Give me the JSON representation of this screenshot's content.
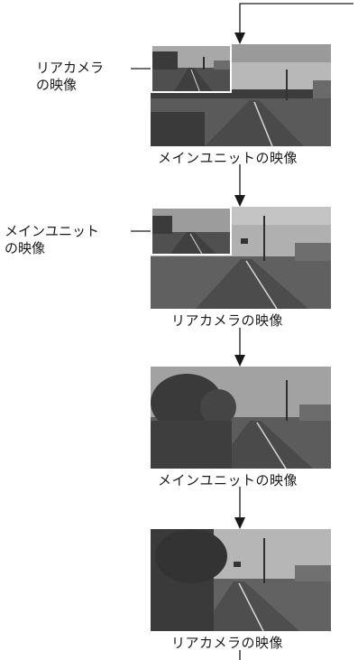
{
  "side_labels": {
    "first_line1": "リアカメラ",
    "first_line2": "の映像",
    "second_line1": "メインユニット",
    "second_line2": "の映像"
  },
  "captions": [
    "メインユニットの映像",
    "リアカメラの映像",
    "メインユニットの映像",
    "リアカメラの映像"
  ]
}
